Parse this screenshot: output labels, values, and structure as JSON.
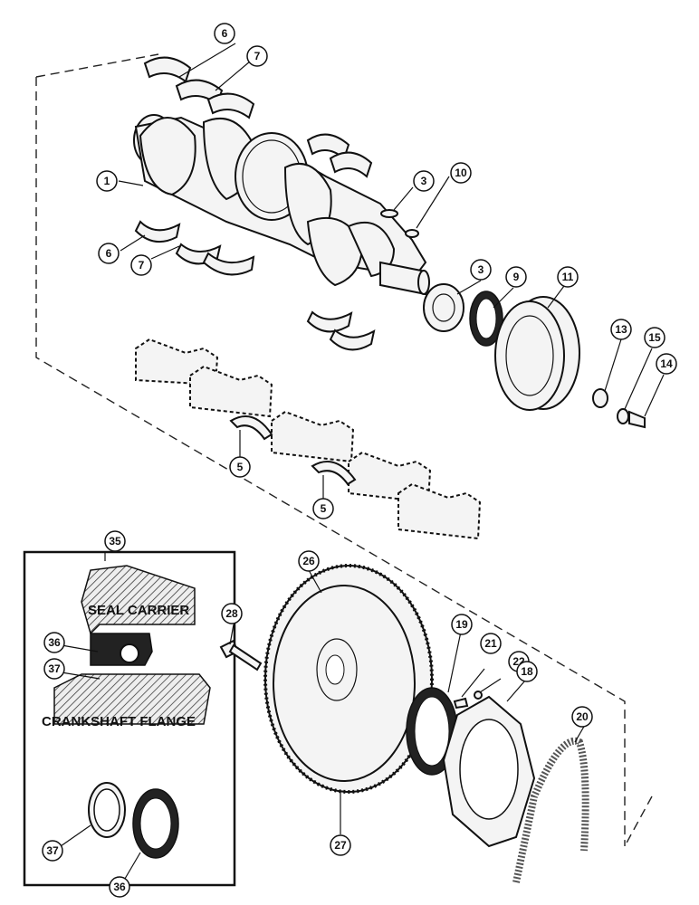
{
  "callouts": {
    "c1": "1",
    "c3a": "3",
    "c3b": "3",
    "c5a": "5",
    "c5b": "5",
    "c6a": "6",
    "c6b": "6",
    "c7a": "7",
    "c7b": "7",
    "c9": "9",
    "c10": "10",
    "c11": "11",
    "c13": "13",
    "c14": "14",
    "c15": "15",
    "c18": "18",
    "c19": "19",
    "c20": "20",
    "c21": "21",
    "c22": "22",
    "c26": "26",
    "c27": "27",
    "c28": "28",
    "c35": "35",
    "c36a": "36",
    "c36b": "36",
    "c37a": "37",
    "c37b": "37"
  },
  "inset": {
    "seal_carrier_label": "SEAL CARRIER",
    "crankshaft_flange_label": "CRANKSHAFT FLANGE"
  },
  "colors": {
    "line": "#111111",
    "background": "#ffffff",
    "fill": "#f4f4f4"
  }
}
